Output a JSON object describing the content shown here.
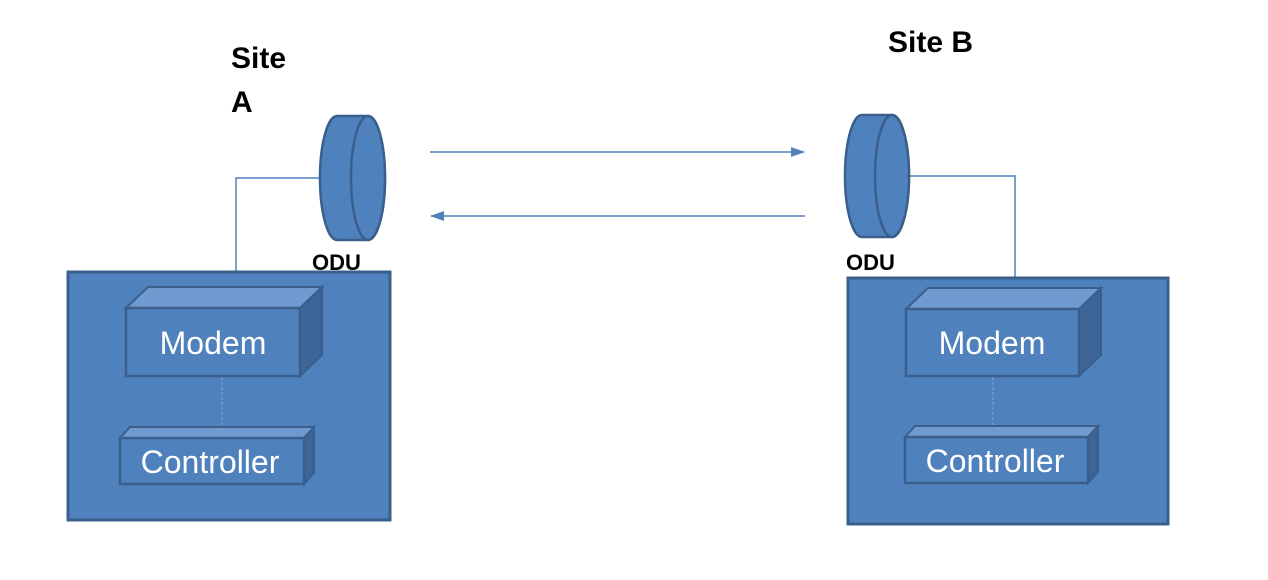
{
  "sites": {
    "a": {
      "label_line1": "Site",
      "label_line2": "A",
      "odu_label": "ODU",
      "modem_label": "Modem",
      "controller_label": "Controller"
    },
    "b": {
      "label": "Site B",
      "odu_label": "ODU",
      "modem_label": "Modem",
      "controller_label": "Controller"
    }
  },
  "colors": {
    "box_fill": "#4f81bd",
    "box_stroke": "#3a5f8c",
    "box_top": "#6f9bd0",
    "box_side": "#3e6597",
    "link_line": "#4f81bd"
  }
}
